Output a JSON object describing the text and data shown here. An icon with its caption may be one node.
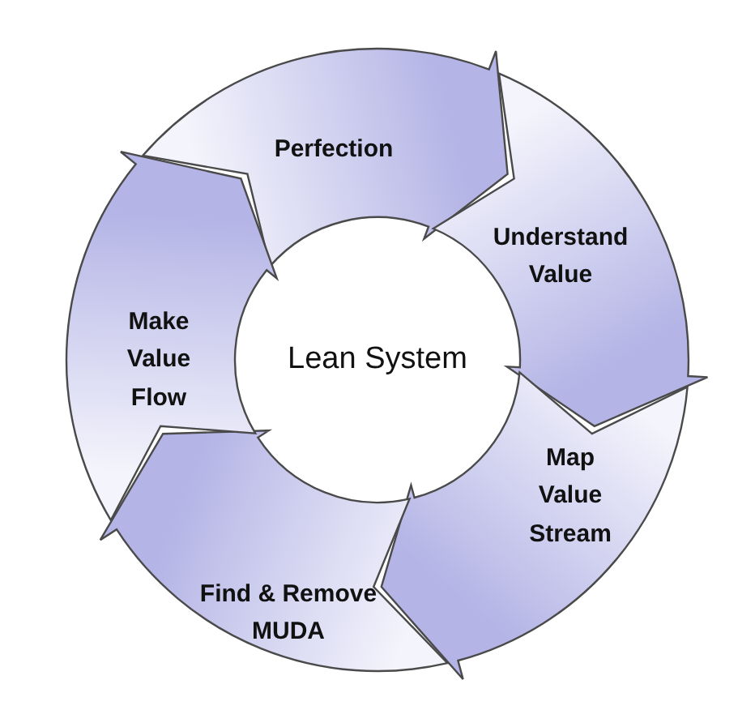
{
  "diagram": {
    "nodes": [
      {
        "text": [
          "Perfection"
        ]
      },
      {
        "text": [
          "Understand Value"
        ]
      },
      {
        "text": [
          "Map Value Stream"
        ]
      },
      {
        "text": [
          "Find & Remove MUDA"
        ]
      },
      {
        "text": [
          "Make Value Flow"
        ]
      },
      {
        "text": [
          "Lean System"
        ]
      }
    ]
  }
}
